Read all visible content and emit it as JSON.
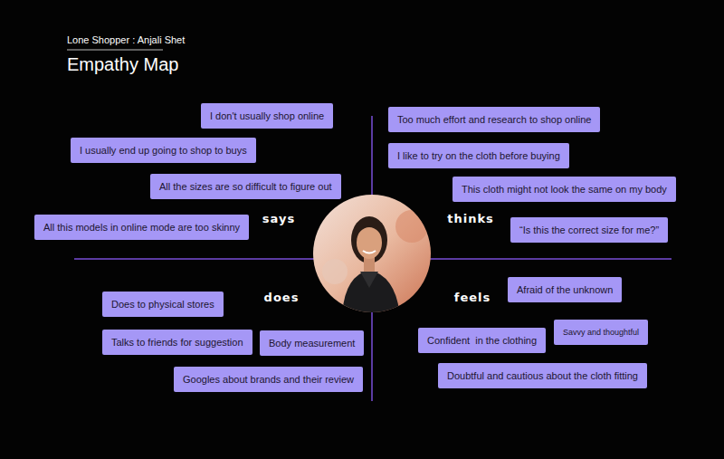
{
  "diagram": {
    "title": "Empathy Map",
    "nodes": [
      {
        "text": [
          "I don't usually shop online"
        ]
      },
      {
        "text": [
          "I usually end up going to shop to buys"
        ]
      },
      {
        "text": [
          "All the sizes are so difficult to figure out"
        ]
      },
      {
        "text": [
          "All this models in online mode are too skinny"
        ]
      },
      {
        "text": [
          "Too much effort and research to shop online"
        ]
      },
      {
        "text": [
          "I like to try on the cloth before buying"
        ]
      },
      {
        "text": [
          "This cloth might not look the same on my body"
        ]
      },
      {
        "text": [
          "“Is this the correct size for me?”"
        ]
      },
      {
        "text": [
          "Does to physical stores"
        ]
      },
      {
        "text": [
          "Talks to friends for suggestion"
        ]
      },
      {
        "text": [
          "Body measurement"
        ]
      },
      {
        "text": [
          "Googles about brands and their review"
        ]
      },
      {
        "text": [
          "Afraid of the unknown"
        ]
      },
      {
        "text": [
          "Confident  in the clothing"
        ]
      },
      {
        "text": [
          "Savvy and thoughtful"
        ]
      },
      {
        "text": [
          "Doubtful and cautious about the cloth fitting"
        ]
      }
    ],
    "labels": [
      "Lone Shopper : Anjali Shet",
      "says",
      "thinks",
      "does",
      "feels"
    ]
  }
}
